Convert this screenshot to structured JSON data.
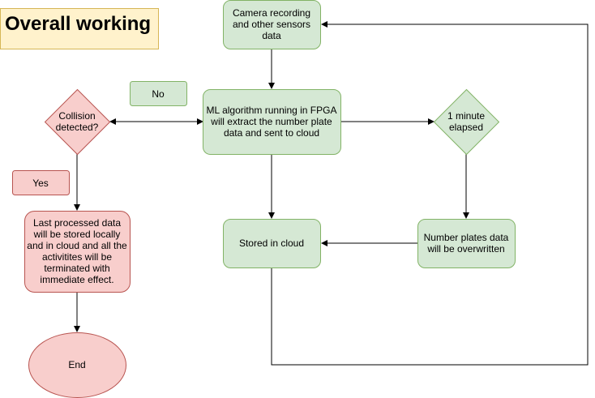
{
  "title": "Overall working",
  "nodes": {
    "camera": [
      "Camera recording",
      "and other sensors",
      "data"
    ],
    "ml": [
      "ML algorithm running in FPGA",
      "will extract the number plate",
      "data and sent to cloud"
    ],
    "collision": [
      "Collision",
      "detected?"
    ],
    "minute": [
      "1 minute",
      "elapsed"
    ],
    "stored_cloud": [
      "Stored in cloud"
    ],
    "overwritten": [
      "Number plates data",
      "will be overwritten"
    ],
    "last_processed": [
      "Last processed data",
      "will be stored locally",
      "and in cloud and all the",
      "activitites will be",
      "terminated with",
      "immediate effect."
    ],
    "end": [
      "End"
    ]
  },
  "labels": {
    "no": "No",
    "yes": "Yes"
  },
  "colors": {
    "green_fill": "#d5e8d4",
    "green_stroke": "#82b366",
    "red_fill": "#f8cecc",
    "red_stroke": "#b85450",
    "yellow_fill": "#fff2cc",
    "yellow_stroke": "#d6b656"
  }
}
